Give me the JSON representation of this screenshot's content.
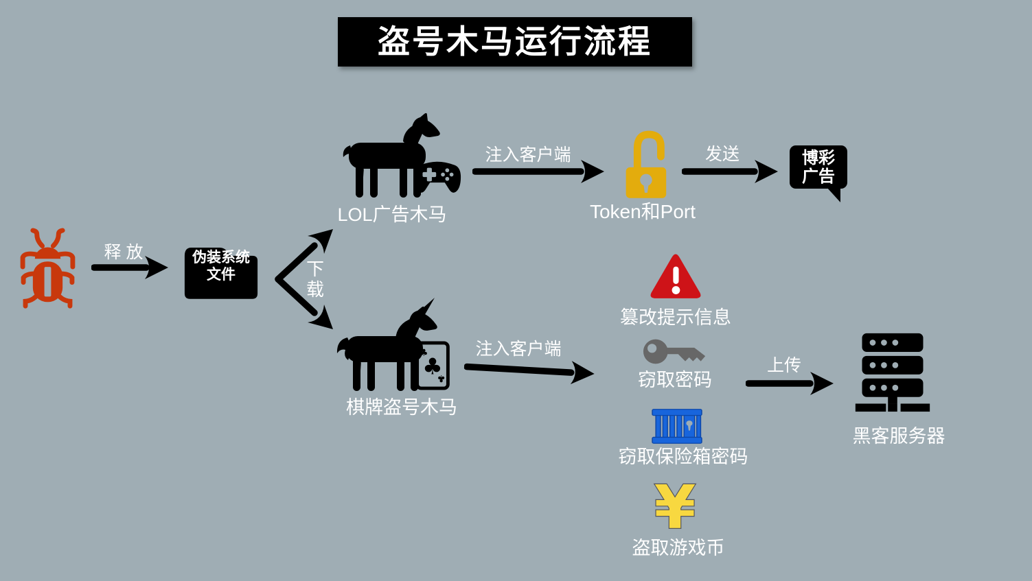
{
  "title": "盗号木马运行流程",
  "edges": {
    "release": "释 放",
    "download": "下载",
    "inject_top": "注入客户端",
    "send": "发送",
    "inject_bottom": "注入客户端",
    "upload": "上传"
  },
  "nodes": {
    "disguise_folder": {
      "line1": "伪装系统",
      "line2": "文件"
    },
    "lol_trojan": {
      "label": "LOL广告木马"
    },
    "token_port": {
      "label": "Token和Port"
    },
    "gambling_ad": {
      "line1": "博彩",
      "line2": "广告"
    },
    "chess_trojan": {
      "label": "棋牌盗号木马",
      "card_suit": "♣"
    },
    "tamper_alert": {
      "label": "篡改提示信息"
    },
    "steal_password": {
      "label": "窃取密码"
    },
    "steal_safe": {
      "label": "窃取保险箱密码"
    },
    "steal_coins": {
      "label": "盗取游戏币",
      "currency_symbol": "¥"
    },
    "hacker_server": {
      "label": "黑客服务器"
    }
  },
  "colors": {
    "bg": "#9FADB4",
    "ink": "#000000",
    "text": "#FFFFFF",
    "bug-red": "#C8380C",
    "lock-gold": "#E3AC0D",
    "alert-red": "#CE1318",
    "key-gray": "#676767",
    "safe-blue": "#1865DC",
    "safe-blue-dark": "#0D47A8",
    "coin-yellow": "#F8D840",
    "coin-outline": "#55565A"
  }
}
